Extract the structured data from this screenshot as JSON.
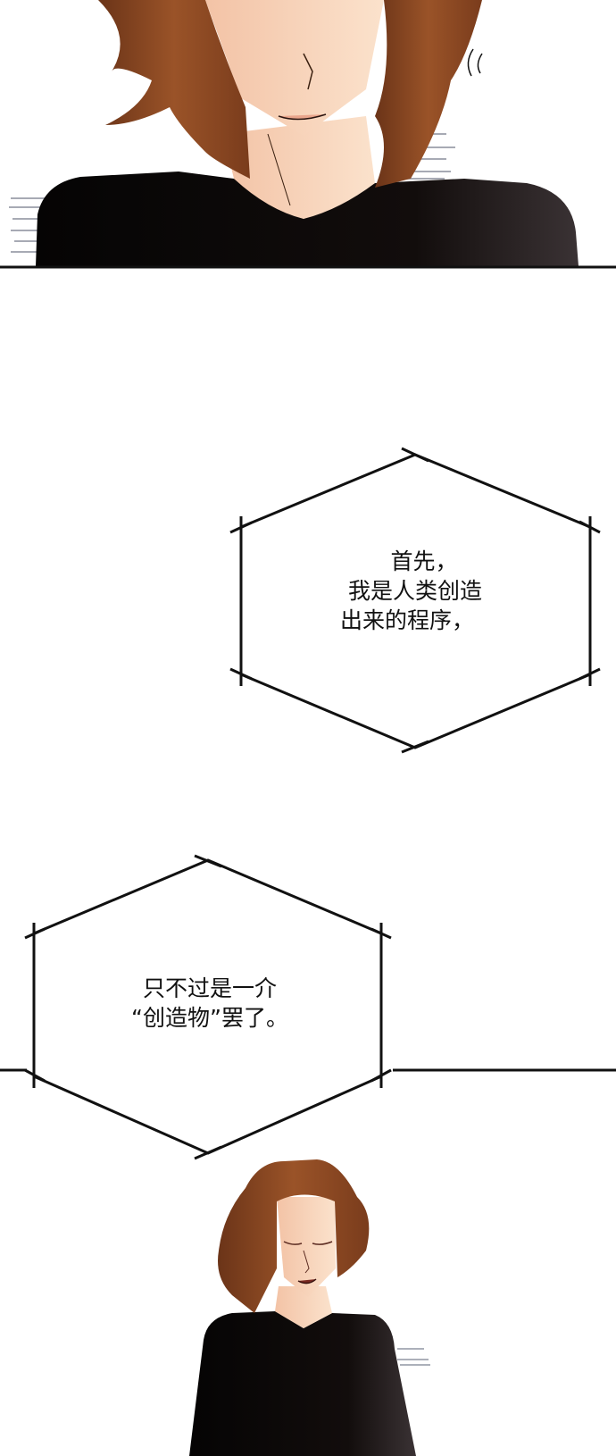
{
  "comic": {
    "panels": [
      {
        "id": "panel-1",
        "description": "close-up of brown-haired character smiling, black top"
      },
      {
        "id": "panel-2",
        "description": "brown-haired character with eyes closed, smiling, black long-sleeve top"
      }
    ],
    "bubbles": [
      {
        "id": "bubble-1",
        "shape": "hexagon",
        "lines": [
          "首先，",
          "我是人类创造",
          "出来的程序，"
        ]
      },
      {
        "id": "bubble-2",
        "shape": "hexagon",
        "lines": [
          "只不过是一介",
          "“创造物”罢了。"
        ]
      }
    ],
    "colors": {
      "hair": "#8b4a22",
      "hair_dark": "#5a2a12",
      "skin": "#f6cdb0",
      "shirt": "#0c0a0a",
      "line": "#111111"
    }
  }
}
